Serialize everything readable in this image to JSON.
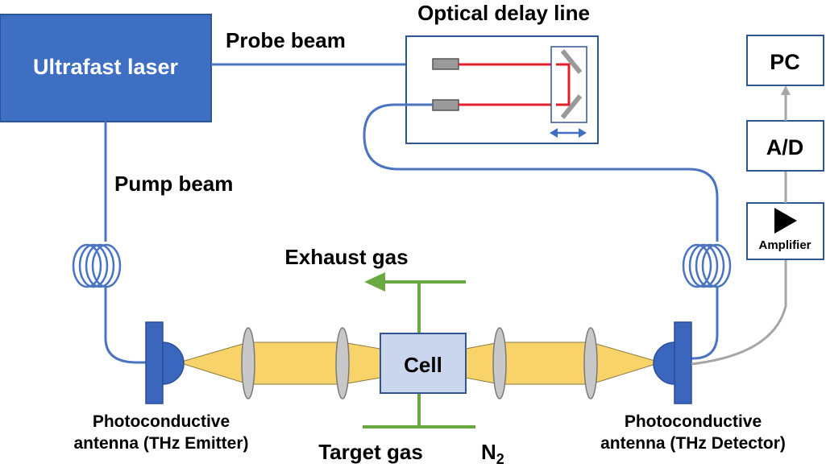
{
  "labels": {
    "laser": "Ultrafast laser",
    "probe_beam": "Probe beam",
    "pump_beam": "Pump beam",
    "delay_line": "Optical delay line",
    "pc": "PC",
    "ad": "A/D",
    "amplifier": "Amplifier",
    "exhaust": "Exhaust gas",
    "cell": "Cell",
    "target_gas": "Target gas",
    "n2": "N",
    "n2_sub": "2",
    "emitter_line1": "Photoconductive",
    "emitter_line2": "antenna (THz Emitter)",
    "detector_line1": "Photoconductive",
    "detector_line2": "antenna (THz Detector)"
  },
  "colors": {
    "laser_fill": "#3f6fc2",
    "fiber": "#4a74c0",
    "red_beam": "#e0202a",
    "thz_beam": "#f7d36a",
    "gas_line": "#6aa842",
    "cell_fill": "#c9d6ee",
    "signal_line": "#a6a6a6",
    "box_border": "#2f5597",
    "lens_fill": "#c8c8c8",
    "antenna": "#3a66bd"
  }
}
